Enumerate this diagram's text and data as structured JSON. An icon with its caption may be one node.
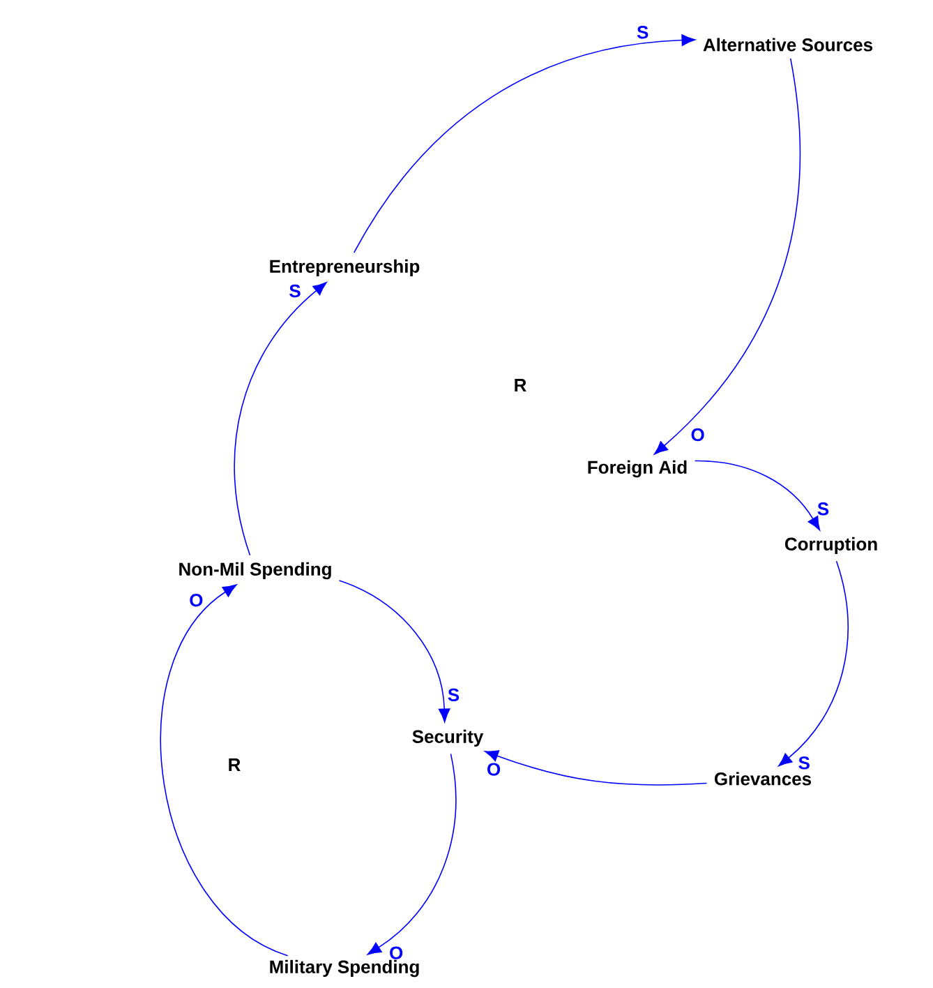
{
  "diagram": {
    "nodes": [
      {
        "text": [
          "Alternative Sources"
        ]
      },
      {
        "text": [
          "Entrepreneurship"
        ]
      },
      {
        "text": [
          "Foreign Aid"
        ]
      },
      {
        "text": [
          "Corruption"
        ]
      },
      {
        "text": [
          "Non-Mil Spending"
        ]
      },
      {
        "text": [
          "Security"
        ]
      },
      {
        "text": [
          "Grievances"
        ]
      },
      {
        "text": [
          "Military Spending"
        ]
      }
    ],
    "edges": [
      {
        "from": 1,
        "to": 0,
        "arrow": "to",
        "label": "S"
      },
      {
        "from": 0,
        "to": 2,
        "arrow": "to",
        "label": "O"
      },
      {
        "from": 2,
        "to": 3,
        "arrow": "to",
        "label": "S"
      },
      {
        "from": 3,
        "to": 6,
        "arrow": "to",
        "label": "S"
      },
      {
        "from": 6,
        "to": 5,
        "arrow": "to",
        "label": "O"
      },
      {
        "from": 4,
        "to": 5,
        "arrow": "to",
        "label": "S"
      },
      {
        "from": 5,
        "to": 7,
        "arrow": "to",
        "label": "O"
      },
      {
        "from": 7,
        "to": 4,
        "arrow": "to",
        "label": "O"
      },
      {
        "from": 4,
        "to": 1,
        "arrow": "to",
        "label": "S"
      }
    ],
    "labels": [
      "R",
      "R"
    ]
  }
}
